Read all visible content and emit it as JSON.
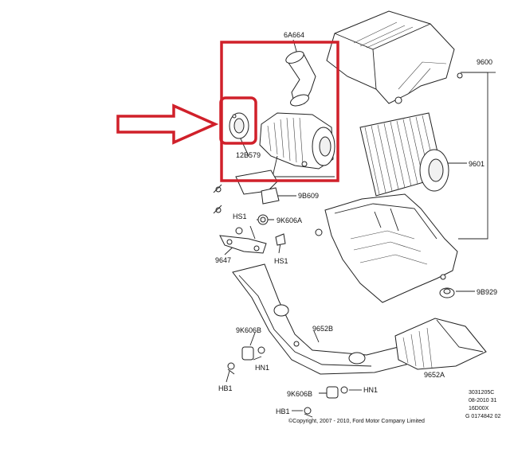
{
  "diagram": {
    "labels": {
      "p6A664": "6A664",
      "p9600": "9600",
      "p9601": "9601",
      "p12B579": "12B579",
      "p9B609": "9B609",
      "pHS1a": "HS1",
      "p9K606A": "9K606A",
      "pHS1b": "HS1",
      "p9647": "9647",
      "p9B929": "9B929",
      "p9K606B_a": "9K606B",
      "p9652B": "9652B",
      "pHN1a": "HN1",
      "p9652A": "9652A",
      "pHB1a": "HB1",
      "p9K606B_b": "9K606B",
      "pHN1b": "HN1",
      "pHB1b": "HB1"
    },
    "copyright": "©Copyright, 2007 - 2010, Ford Motor Company Limited",
    "ref_codes": [
      "3031205C",
      "08-2010 31",
      "16D00X",
      "G 0174842 02"
    ],
    "highlight_color": "#d0202a",
    "arrow_color": "#d0202a"
  }
}
